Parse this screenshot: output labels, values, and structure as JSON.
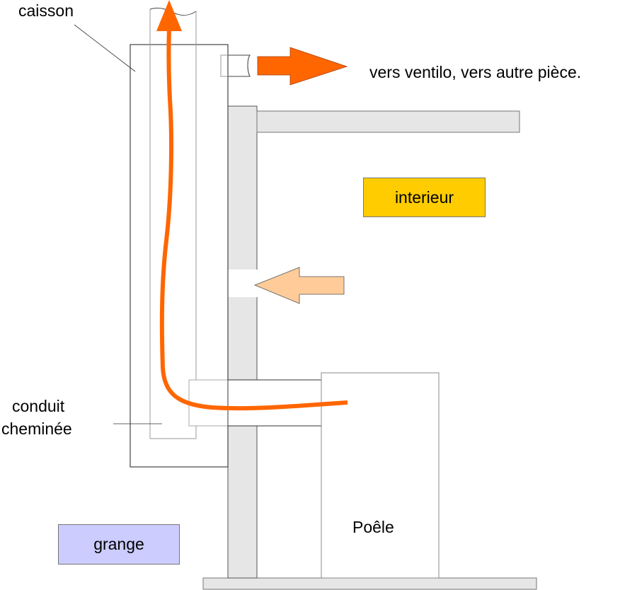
{
  "diagram": {
    "labels": {
      "caisson": "caisson",
      "outlet": "vers ventilo, vers autre pièce.",
      "interior": "interieur",
      "flue_line1": "conduit",
      "flue_line2": "cheminée",
      "stove": "Poêle",
      "barn": "grange"
    },
    "colors": {
      "flow_arrow": "#ff6600",
      "intake_arrow": "#ffcc99",
      "wall_fill": "#e6e6e6",
      "interior_fill": "#ffcc00",
      "barn_fill": "#ccccff",
      "outline": "#333333"
    }
  }
}
